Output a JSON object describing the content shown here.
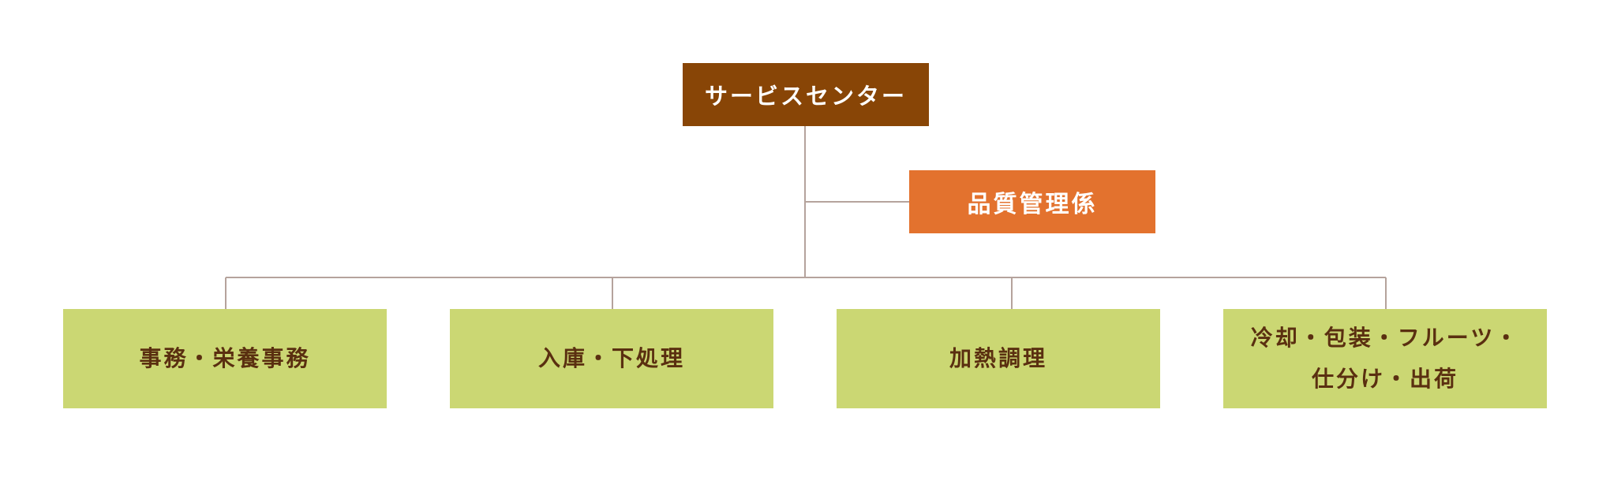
{
  "org": {
    "root": {
      "label": "サービスセンター",
      "color": "#884506"
    },
    "qc": {
      "label": "品質管理係",
      "color": "#e3722e"
    },
    "departments": [
      {
        "lines": [
          "事務・栄養事務"
        ]
      },
      {
        "lines": [
          "入庫・下処理"
        ]
      },
      {
        "lines": [
          "加熱調理"
        ]
      },
      {
        "lines": [
          "冷却・包装・フルーツ・",
          "仕分け・出荷"
        ]
      }
    ],
    "department_color": "#cbd773",
    "department_text_color": "#5a2f10",
    "line_color": "#b5a39c"
  }
}
